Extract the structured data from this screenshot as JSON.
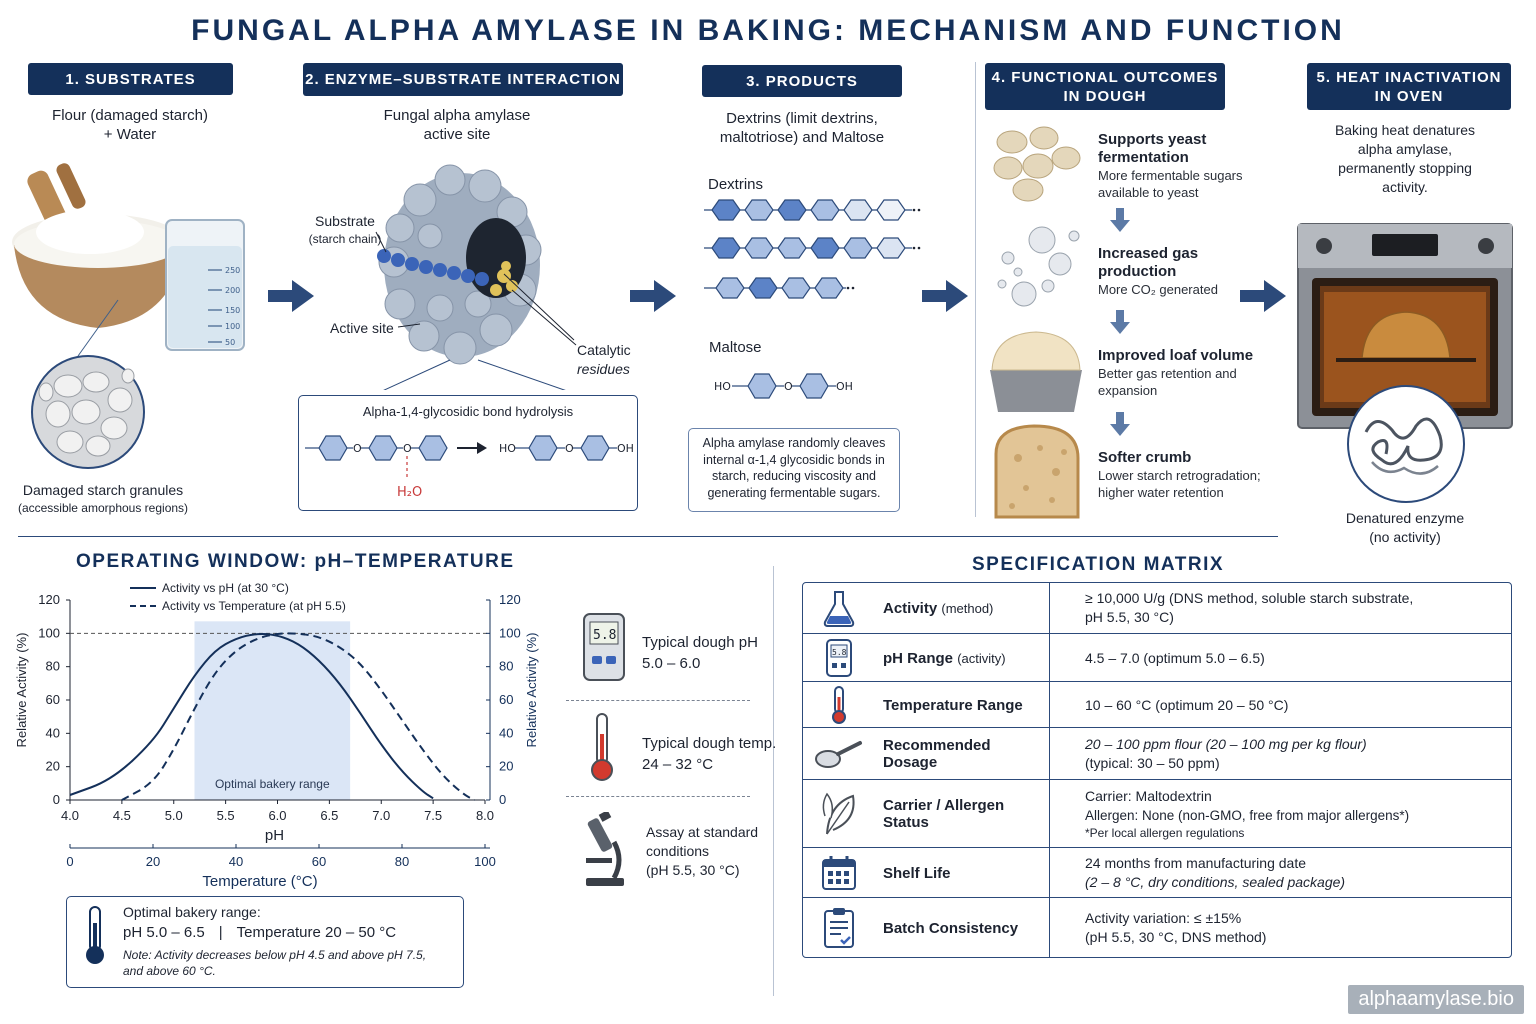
{
  "title": "FUNGAL ALPHA AMYLASE IN BAKING: MECHANISM AND FUNCTION",
  "steps": {
    "s1": {
      "label": "1. SUBSTRATES",
      "desc1": "Flour (damaged starch)",
      "desc2": "+ Water",
      "granules1": "Damaged starch granules",
      "granules2": "(accessible amorphous regions)",
      "beaker_marks": [
        "250",
        "200",
        "150",
        "100",
        "50"
      ]
    },
    "s2": {
      "label": "2. ENZYME–SUBSTRATE INTERACTION",
      "desc1": "Fungal alpha amylase",
      "desc2": "active site",
      "substrate": "Substrate",
      "substrate_sub": "(starch chain)",
      "active_site": "Active site",
      "catalytic": "Catalytic",
      "catalytic_sub": "residues",
      "hydrolysis_title": "Alpha-1,4-glycosidic bond hydrolysis",
      "o": "O",
      "ho": "HO",
      "oh": "OH",
      "water": "H₂O"
    },
    "s3": {
      "label": "3. PRODUCTS",
      "desc1": "Dextrins (limit dextrins,",
      "desc2": "maltotriose) and Maltose",
      "dextrins": "Dextrins",
      "maltose": "Maltose",
      "ho": "HO",
      "o": "O",
      "oh": "OH",
      "note": "Alpha amylase randomly cleaves internal α-1,4 glycosidic bonds in starch, reducing viscosity and generating fermentable sugars."
    },
    "s4": {
      "label1": "4. FUNCTIONAL OUTCOMES",
      "label2": "IN DOUGH",
      "items": [
        {
          "h1": "Supports yeast",
          "h2": "fermentation",
          "d1": "More fermentable sugars",
          "d2": "available to yeast"
        },
        {
          "h1": "Increased gas",
          "h2": "production",
          "d1": "More CO₂ generated",
          "d2": ""
        },
        {
          "h1": "Improved loaf volume",
          "h2": "",
          "d1": "Better gas retention and",
          "d2": "expansion"
        },
        {
          "h1": "Softer crumb",
          "h2": "",
          "d1": "Lower starch retrogradation;",
          "d2": "higher water retention"
        }
      ]
    },
    "s5": {
      "label1": "5. HEAT INACTIVATION",
      "label2": "IN OVEN",
      "desc1": "Baking heat denatures",
      "desc2": "alpha amylase,",
      "desc3": "permanently stopping",
      "desc4": "activity.",
      "denatured1": "Denatured enzyme",
      "denatured2": "(no activity)"
    }
  },
  "operating": {
    "title": "OPERATING WINDOW: pH–TEMPERATURE",
    "side_items": [
      {
        "l1": "Typical dough pH",
        "l2": "5.0 – 6.0",
        "l3": ""
      },
      {
        "l1": "Typical dough temp.",
        "l2": "24 – 32 °C",
        "l3": ""
      },
      {
        "l1": "Assay at standard",
        "l2": "conditions",
        "l3": "(pH 5.5, 30 °C)"
      }
    ],
    "meter_value": "5.8",
    "summary_title": "Optimal bakery range:",
    "summary_ph": "pH 5.0 – 6.5",
    "summary_sep": "|",
    "summary_temp": "Temperature 20 – 50 °C",
    "summary_note1": "Note: Activity decreases below pH 4.5 and above pH 7.5,",
    "summary_note2": "and above 60 °C."
  },
  "chart_data": {
    "type": "line",
    "title": "",
    "xlabel": "pH",
    "x2label": "Temperature (°C)",
    "ylabel": "Relative Activity (%)",
    "y2label": "Relative Activity (%)",
    "xlim": [
      4.0,
      8.0
    ],
    "x2lim": [
      0,
      100
    ],
    "ylim": [
      0,
      120
    ],
    "x_ticks": [
      "4.0",
      "4.5",
      "5.0",
      "5.5",
      "6.0",
      "6.5",
      "7.0",
      "7.5",
      "8.0"
    ],
    "x2_ticks": [
      "0",
      "20",
      "40",
      "60",
      "80",
      "100"
    ],
    "y_ticks": [
      "0",
      "20",
      "40",
      "60",
      "80",
      "100",
      "120"
    ],
    "reference_line": 100,
    "optimal_band": {
      "label": "Optimal bakery range",
      "from": 5.2,
      "to": 6.7
    },
    "series": [
      {
        "name": "Activity vs pH (at 30 °C)",
        "style": "solid",
        "x": [
          4.0,
          4.4,
          4.8,
          5.0,
          5.2,
          5.4,
          5.6,
          5.8,
          6.0,
          6.2,
          6.4,
          6.6,
          6.8,
          7.0,
          7.2,
          7.4,
          7.5
        ],
        "y": [
          3,
          12,
          35,
          55,
          75,
          90,
          97,
          100,
          99,
          94,
          84,
          70,
          52,
          33,
          17,
          5,
          1
        ]
      },
      {
        "name": "Activity vs Temperature (at pH 5.5)",
        "style": "dashed",
        "x": [
          4.5,
          4.8,
          5.0,
          5.2,
          5.4,
          5.6,
          5.8,
          6.0,
          6.2,
          6.4,
          6.6,
          6.8,
          7.0,
          7.2,
          7.4,
          7.6,
          7.8,
          7.9
        ],
        "y": [
          0,
          10,
          30,
          55,
          77,
          90,
          97,
          100,
          100,
          98,
          92,
          82,
          66,
          48,
          30,
          14,
          3,
          0
        ]
      }
    ],
    "legend": "top-left",
    "grid": false
  },
  "matrix": {
    "title": "SPECIFICATION MATRIX",
    "rows": [
      {
        "icon": "flask-icon",
        "label": "Activity",
        "label_sub": "(method)",
        "v1": "≥ 10,000 U/g (DNS method, soluble starch substrate,",
        "v2": "pH 5.5, 30 °C)",
        "v3": ""
      },
      {
        "icon": "ph-meter-icon",
        "label": "pH Range",
        "label_sub": "(activity)",
        "v1": "4.5 – 7.0 (optimum 5.0 – 6.5)",
        "v2": "",
        "v3": ""
      },
      {
        "icon": "thermometer-icon",
        "label": "Temperature Range",
        "label_sub": "",
        "v1": "10 – 60 °C (optimum 20 – 50 °C)",
        "v2": "",
        "v3": ""
      },
      {
        "icon": "scoop-icon",
        "label": "Recommended Dosage",
        "label_sub": "",
        "v1": "20 – 100 ppm flour (20 – 100 mg per kg flour)",
        "v2": "(typical: 30 – 50 ppm)",
        "v3": ""
      },
      {
        "icon": "leaf-icon",
        "label": "Carrier / Allergen Status",
        "label_sub": "",
        "v1": "Carrier: Maltodextrin",
        "v2": "Allergen: None (non-GMO, free from major allergens*)",
        "v3": "*Per local allergen regulations"
      },
      {
        "icon": "calendar-icon",
        "label": "Shelf Life",
        "label_sub": "",
        "v1": "24 months from manufacturing date",
        "v2": "(2 – 8 °C, dry conditions, sealed package)",
        "v3": ""
      },
      {
        "icon": "clipboard-icon",
        "label": "Batch Consistency",
        "label_sub": "",
        "v1": "Activity variation: ≤ ±15%",
        "v2": "(pH 5.5, 30 °C, DNS method)",
        "v3": ""
      }
    ],
    "meter_value": "5.8"
  },
  "watermark": "alphaamylase.bio",
  "colors": {
    "navy": "#14305a",
    "hex_fill": "#a9bfe3",
    "band": "#dbe6f6",
    "line": "#14305a"
  }
}
